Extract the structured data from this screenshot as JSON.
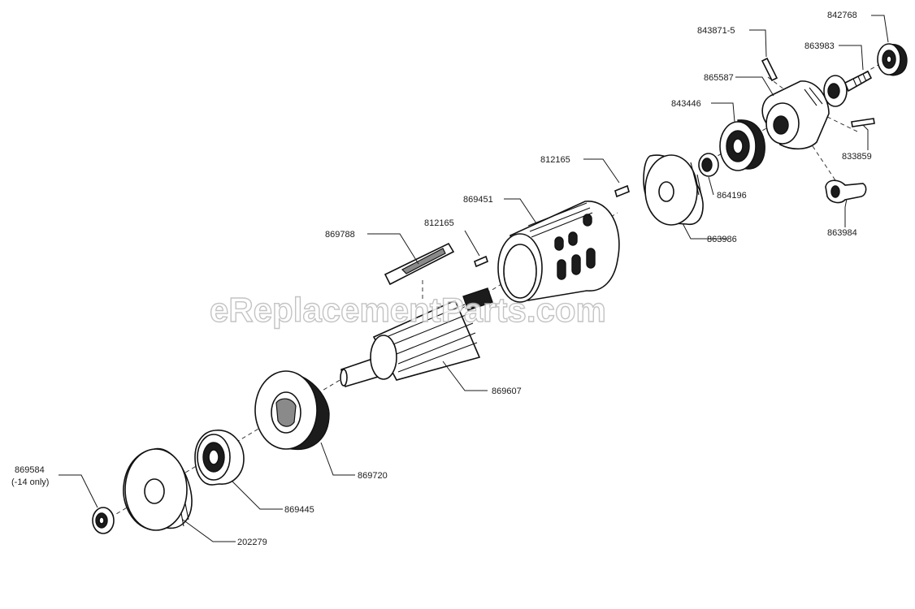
{
  "watermark": "eReplacementParts.com",
  "labels": {
    "p842768": "842768",
    "p843871_5": "843871-5",
    "p863983": "863983",
    "p865587": "865587",
    "p843446": "843446",
    "p833859": "833859",
    "p812165_a": "812165",
    "p864196": "864196",
    "p863984": "863984",
    "p869451": "869451",
    "p863986": "863986",
    "p812165_b": "812165",
    "p869788": "869788",
    "p869607": "869607",
    "p869720": "869720",
    "p869584": "869584",
    "p869584_note": "(-14 only)",
    "p869445": "869445",
    "p202279": "202279"
  }
}
